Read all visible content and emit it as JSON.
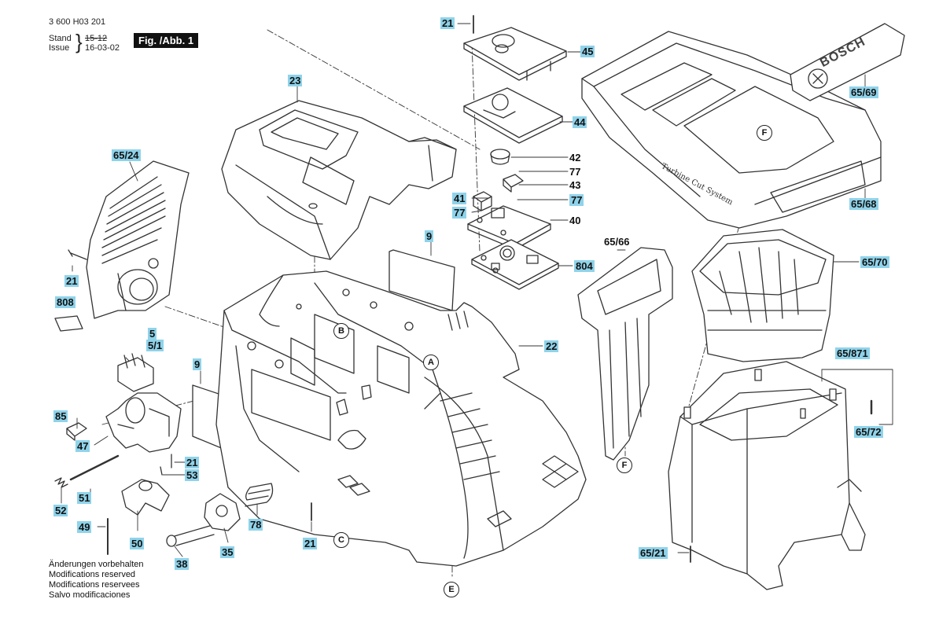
{
  "header": {
    "part_number": "3 600 H03 201",
    "stand_label": "Stand",
    "stand_value": "15-12",
    "issue_label": "Issue",
    "issue_value": "16-03-02",
    "figure_label": "Fig. /Abb. 1"
  },
  "brand_text": "BOSCH",
  "side_text": "Turbine Cut System",
  "part_labels": {
    "p21a": "21",
    "p45": "45",
    "p44": "44",
    "p23": "23",
    "p42": "42",
    "p77a": "77",
    "p43": "43",
    "p41": "41",
    "p77b": "77",
    "p77c": "77",
    "p40": "40",
    "p6524": "65/24",
    "p9a": "9",
    "p804": "804",
    "p6566": "65/66",
    "p6569": "65/69",
    "p6568": "65/68",
    "p6570": "65/70",
    "p21b": "21",
    "p808": "808",
    "p5": "5",
    "p51s": "5/1",
    "p22": "22",
    "p9b": "9",
    "p85": "85",
    "p47": "47",
    "p21c": "21",
    "p53": "53",
    "p51": "51",
    "p52": "52",
    "p49": "49",
    "p50": "50",
    "p78": "78",
    "p21d": "21",
    "p38": "38",
    "p35": "35",
    "p65871": "65/871",
    "p6572": "65/72",
    "p6521": "65/21"
  },
  "ref_markers": {
    "B": "B",
    "A": "A",
    "F1": "F",
    "F2": "F",
    "C": "C",
    "E": "E"
  },
  "notes": [
    "Änderungen vorbehalten",
    "Modifications reserved",
    "Modifications reservees",
    "Salvo modificaciones"
  ]
}
